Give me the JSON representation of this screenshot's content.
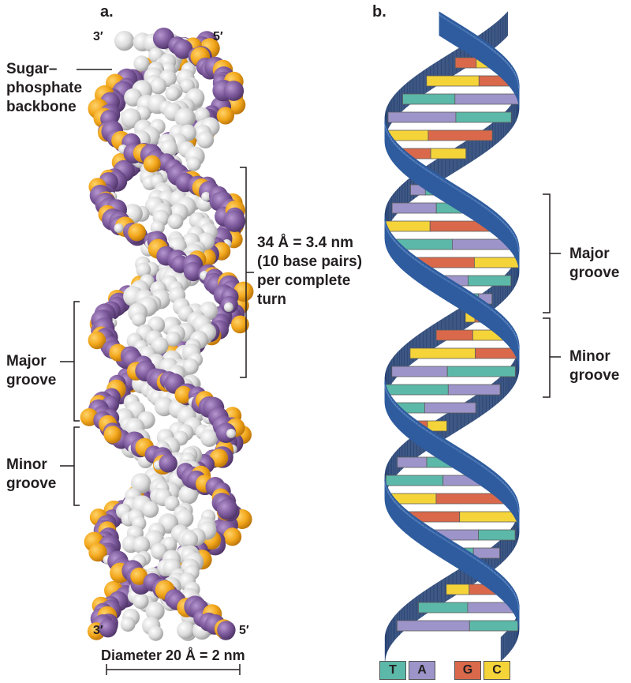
{
  "panel_a": {
    "label": "a.",
    "end_top_left": "3′",
    "end_top_right": "5′",
    "end_bottom_left": "3′",
    "end_bottom_right": "5′",
    "backbone_label": [
      "Sugar–",
      "phosphate",
      "backbone"
    ],
    "turn_label": [
      "34 Å = 3.4 nm",
      "(10 base pairs)",
      "per complete",
      "turn"
    ],
    "major_groove_label": [
      "Major",
      "groove"
    ],
    "minor_groove_label": [
      "Minor",
      "groove"
    ],
    "diameter_label": "Diameter 20 Å = 2 nm"
  },
  "panel_b": {
    "label": "b.",
    "major_groove_label": [
      "Major",
      "groove"
    ],
    "minor_groove_label": [
      "Minor",
      "groove"
    ]
  },
  "key": [
    {
      "letter": "T",
      "color": "#5cb8a8"
    },
    {
      "letter": "A",
      "color": "#9d94c9"
    },
    {
      "letter": "G",
      "color": "#d9694a"
    },
    {
      "letter": "C",
      "color": "#f5d43a"
    }
  ],
  "colors": {
    "phosphorus": "#f2a71b",
    "sugar": "#7d5a9c",
    "base": "#dcdcdc",
    "ribbon": "#2f5c9e",
    "ribbon_dark": "#1d3a6e",
    "ribbon_light": "#6e96cf",
    "thymine": "#5cb8a8",
    "adenine": "#9d94c9",
    "guanine": "#d9694a",
    "cytosine": "#f5d43a"
  }
}
